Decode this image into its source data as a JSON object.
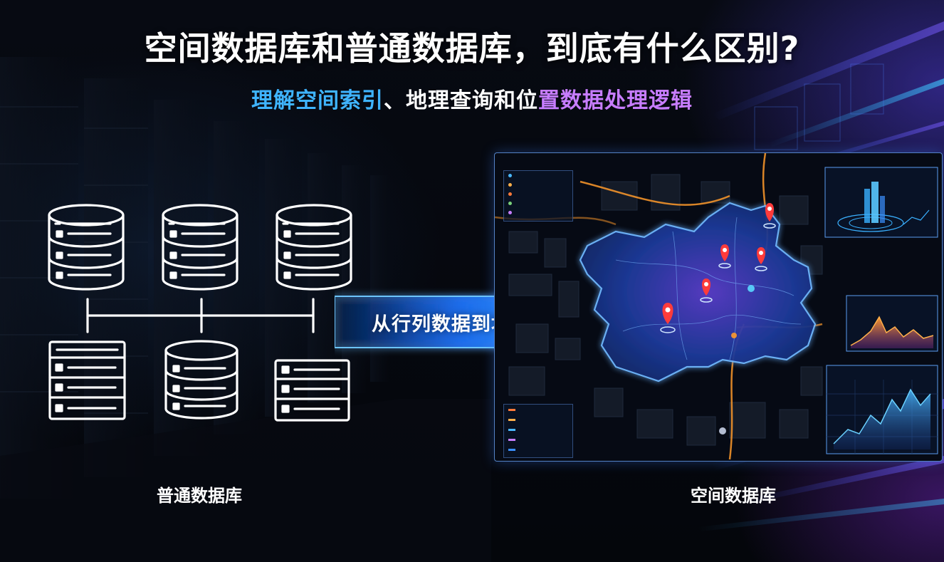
{
  "title": "空间数据库和普通数据库，到底有什么区别?",
  "subtitle": {
    "part1": "理解空间索引",
    "part2": "、地理查询和位",
    "part3": "置数据处理逻辑"
  },
  "arrow_label": "从行列数据到地理对象",
  "left_label": "普通数据库",
  "right_label": "空间数据库",
  "colors": {
    "accent_blue": "#3fb4ff",
    "accent_purple": "#c77dff",
    "pin_red": "#ff3b3b",
    "map_glow": "#3a7bff"
  },
  "icons": [
    "database-cylinder-icon",
    "table-icon",
    "map-pin-icon",
    "right-arrow-icon"
  ]
}
